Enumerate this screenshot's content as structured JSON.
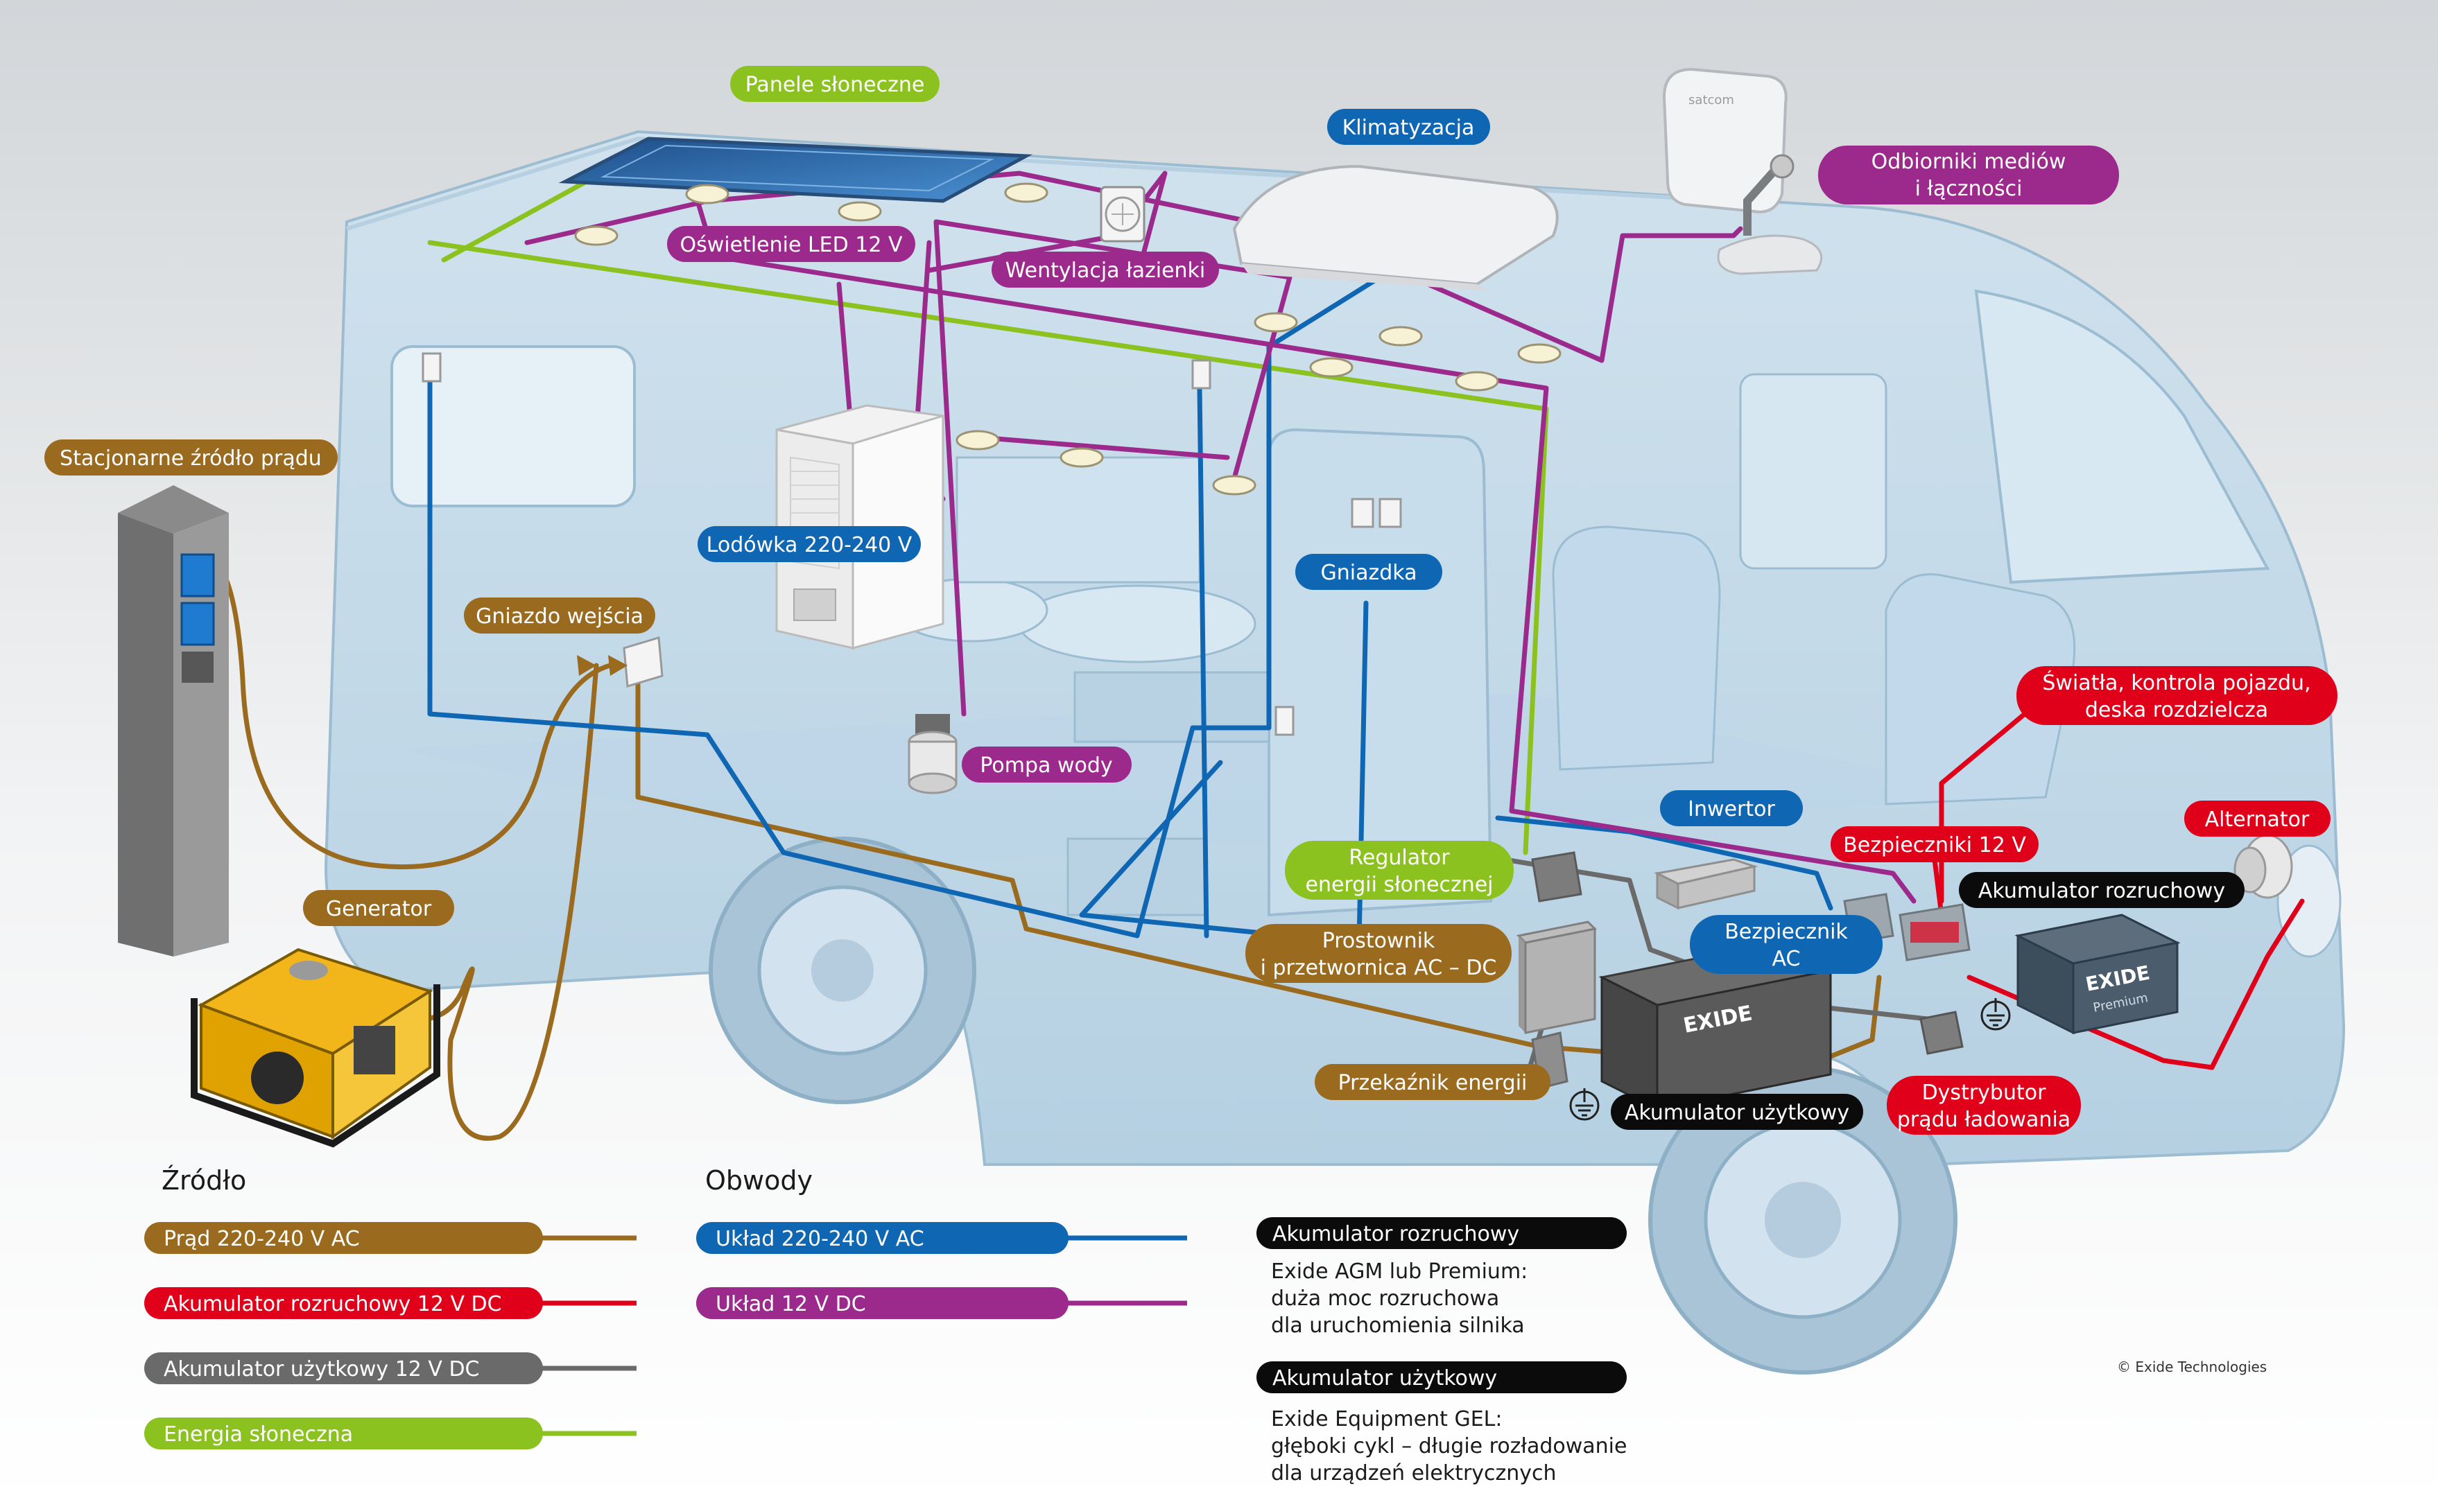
{
  "colors": {
    "ac_source": "#9a6b1e",
    "starter_12v": "#e1001a",
    "leisure_12v": "#6a6a6a",
    "solar": "#8cc21f",
    "ac_circuit": "#0f66b3",
    "dc_circuit": "#9c2a8c",
    "black": "#0b0b0b"
  },
  "labels": {
    "solar_panels": "Panele słoneczne",
    "air_conditioning": "Klimatyzacja",
    "media_receivers_1": "Odbiorniki mediów",
    "media_receivers_2": "i łączności",
    "led_lighting": "Oświetlenie LED 12 V",
    "bathroom_vent": "Wentylacja łazienki",
    "stationary_source": "Stacjonarne źródło prądu",
    "fridge": "Lodówka 220-240 V",
    "inlet_socket": "Gniazdo wejścia",
    "sockets": "Gniazdka",
    "water_pump": "Pompa wody",
    "generator": "Generator",
    "inverter": "Inwertor",
    "vehicle_lights_1": "Światła, kontrola pojazdu,",
    "vehicle_lights_2": "deska rozdzielcza",
    "alternator": "Alternator",
    "fuses_12v": "Bezpieczniki 12 V",
    "starter_battery": "Akumulator rozruchowy",
    "solar_regulator_1": "Regulator",
    "solar_regulator_2": "energii słonecznej",
    "ac_fuse_1": "Bezpiecznik",
    "ac_fuse_2": "AC",
    "rectifier_1": "Prostownik",
    "rectifier_2": "i przetwornica AC – DC",
    "energy_relay": "Przekaźnik energii",
    "leisure_battery": "Akumulator użytkowy",
    "charge_distributor_1": "Dystrybutor",
    "charge_distributor_2": "prądu ładowania",
    "satcom": "satcom",
    "exide": "EXIDE",
    "premium": "Premium"
  },
  "legend": {
    "source_heading": "Źródło",
    "circuits_heading": "Obwody",
    "sources": [
      {
        "label": "Prąd 220-240 V AC",
        "color_key": "ac_source"
      },
      {
        "label": "Akumulator rozruchowy 12 V DC",
        "color_key": "starter_12v"
      },
      {
        "label": "Akumulator użytkowy 12 V DC",
        "color_key": "leisure_12v"
      },
      {
        "label": "Energia słoneczna",
        "color_key": "solar"
      }
    ],
    "circuits": [
      {
        "label": "Układ 220-240 V AC",
        "color_key": "ac_circuit"
      },
      {
        "label": "Układ 12 V DC",
        "color_key": "dc_circuit"
      }
    ]
  },
  "info": {
    "starter": {
      "title": "Akumulator rozruchowy",
      "lines": [
        "Exide AGM lub Premium:",
        "duża moc rozruchowa",
        "dla uruchomienia silnika"
      ]
    },
    "leisure": {
      "title": "Akumulator użytkowy",
      "lines": [
        "Exide Equipment GEL:",
        "głęboki cykl – długie rozładowanie",
        "dla urządzeń elektrycznych"
      ]
    }
  },
  "copyright": "© Exide Technologies"
}
